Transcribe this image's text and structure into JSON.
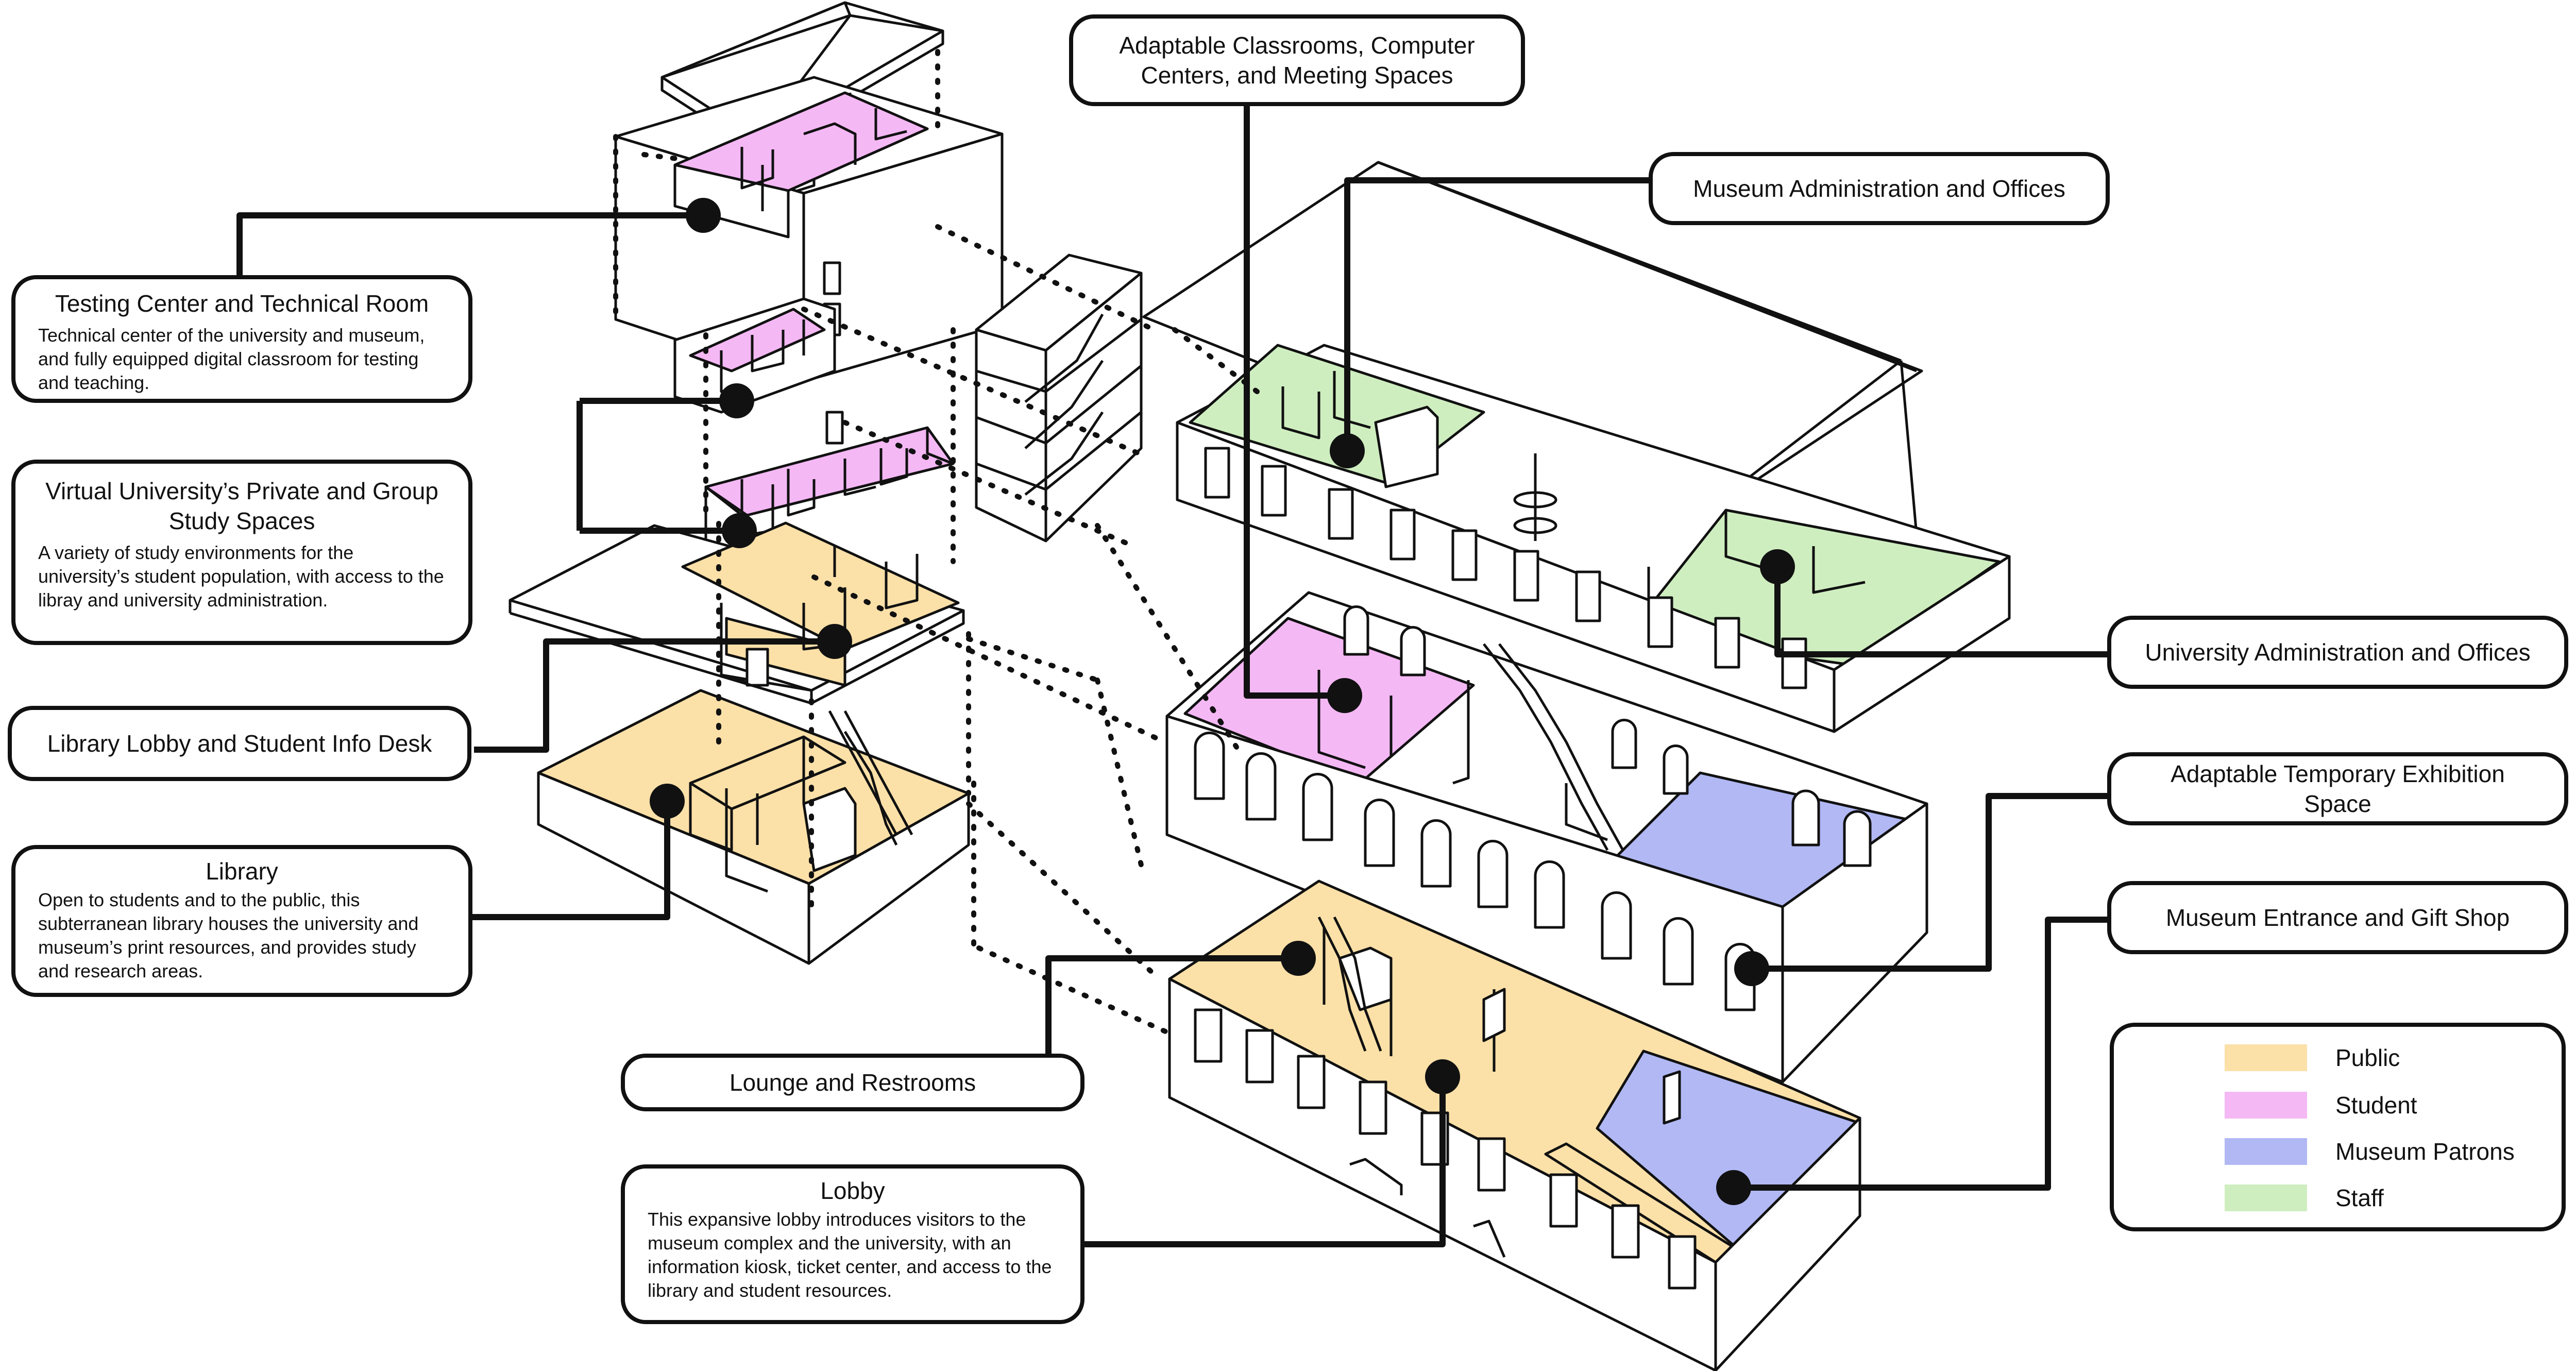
{
  "colors": {
    "public": "#fbe0a8",
    "student": "#f4b8f4",
    "museum": "#b1b8f4",
    "staff": "#cfeec0",
    "line": "#111111"
  },
  "labels": {
    "adaptable_classrooms": {
      "title": "Adaptable Classrooms, Computer Centers, and Meeting Spaces"
    },
    "museum_admin": {
      "title": "Museum Administration and Offices"
    },
    "testing_center": {
      "title": "Testing Center and Technical Room",
      "description": "Technical center of the university and museum, and fully equipped digital classroom for testing and teaching."
    },
    "virtual_university": {
      "title": "Virtual University’s Private and Group Study Spaces",
      "description": "A variety of study environments for the university’s student population, with access to the libray and university administration."
    },
    "library_lobby": {
      "title": "Library Lobby and Student Info Desk"
    },
    "library": {
      "title": "Library",
      "description": "Open to students and to the public, this subterranean library houses the university and museum’s print resources, and provides study and research areas."
    },
    "university_admin": {
      "title": "University Administration and Offices"
    },
    "temporary_exhibition": {
      "title": "Adaptable Temporary Exhibition Space"
    },
    "museum_entrance": {
      "title": "Museum Entrance and Gift Shop"
    },
    "lounge": {
      "title": "Lounge and Restrooms"
    },
    "lobby": {
      "title": "Lobby",
      "description": "This expansive lobby introduces visitors to the museum complex and the university, with an information kiosk, ticket center, and access to the library and student resources."
    }
  },
  "legend": {
    "items": [
      {
        "label": "Public",
        "color": "#fbe0a8"
      },
      {
        "label": "Student",
        "color": "#f4b8f4"
      },
      {
        "label": "Museum Patrons",
        "color": "#b1b8f4"
      },
      {
        "label": "Staff",
        "color": "#cfeec0"
      }
    ]
  }
}
